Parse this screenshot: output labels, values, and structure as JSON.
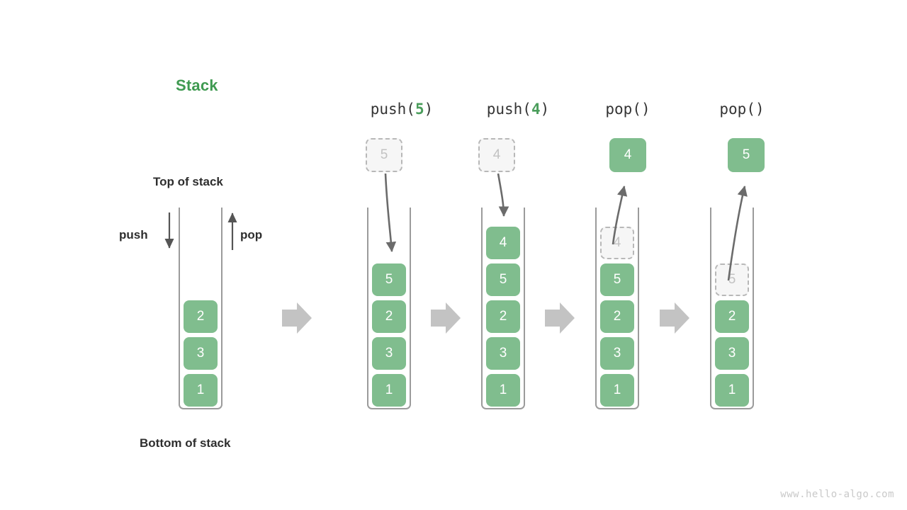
{
  "diagram": {
    "title": "Stack",
    "title_color": "#3f9a51",
    "accent_green": "#80bd8e",
    "ghost_gray": "#c2c2c2",
    "arrow_gray": "#c3c3c3",
    "watermark": "www.hello-algo.com",
    "labels": {
      "top_of_stack": "Top of stack",
      "bottom_of_stack": "Bottom of stack",
      "push": "push",
      "pop": "pop"
    }
  },
  "columns": [
    {
      "id": "initial",
      "header": null,
      "header_prefix": null,
      "header_arg": null,
      "header_suffix": null,
      "stack": [
        "2",
        "3",
        "1"
      ],
      "ghost_in_stack": null,
      "floating": null,
      "floating_state": null
    },
    {
      "id": "push-5",
      "header": "push(5)",
      "header_prefix": "push(",
      "header_arg": "5",
      "header_suffix": ")",
      "stack": [
        "5",
        "2",
        "3",
        "1"
      ],
      "ghost_in_stack": null,
      "floating": "5",
      "floating_state": "ghost"
    },
    {
      "id": "push-4",
      "header": "push(4)",
      "header_prefix": "push(",
      "header_arg": "4",
      "header_suffix": ")",
      "stack": [
        "4",
        "5",
        "2",
        "3",
        "1"
      ],
      "ghost_in_stack": null,
      "floating": "4",
      "floating_state": "ghost"
    },
    {
      "id": "pop-1",
      "header": "pop()",
      "header_prefix": "pop()",
      "header_arg": "",
      "header_suffix": "",
      "stack": [
        "5",
        "2",
        "3",
        "1"
      ],
      "ghost_in_stack": "4",
      "floating": "4",
      "floating_state": "solid"
    },
    {
      "id": "pop-2",
      "header": "pop()",
      "header_prefix": "pop()",
      "header_arg": "",
      "header_suffix": "",
      "stack": [
        "2",
        "3",
        "1"
      ],
      "ghost_in_stack": "5",
      "floating": "5",
      "floating_state": "solid"
    }
  ]
}
